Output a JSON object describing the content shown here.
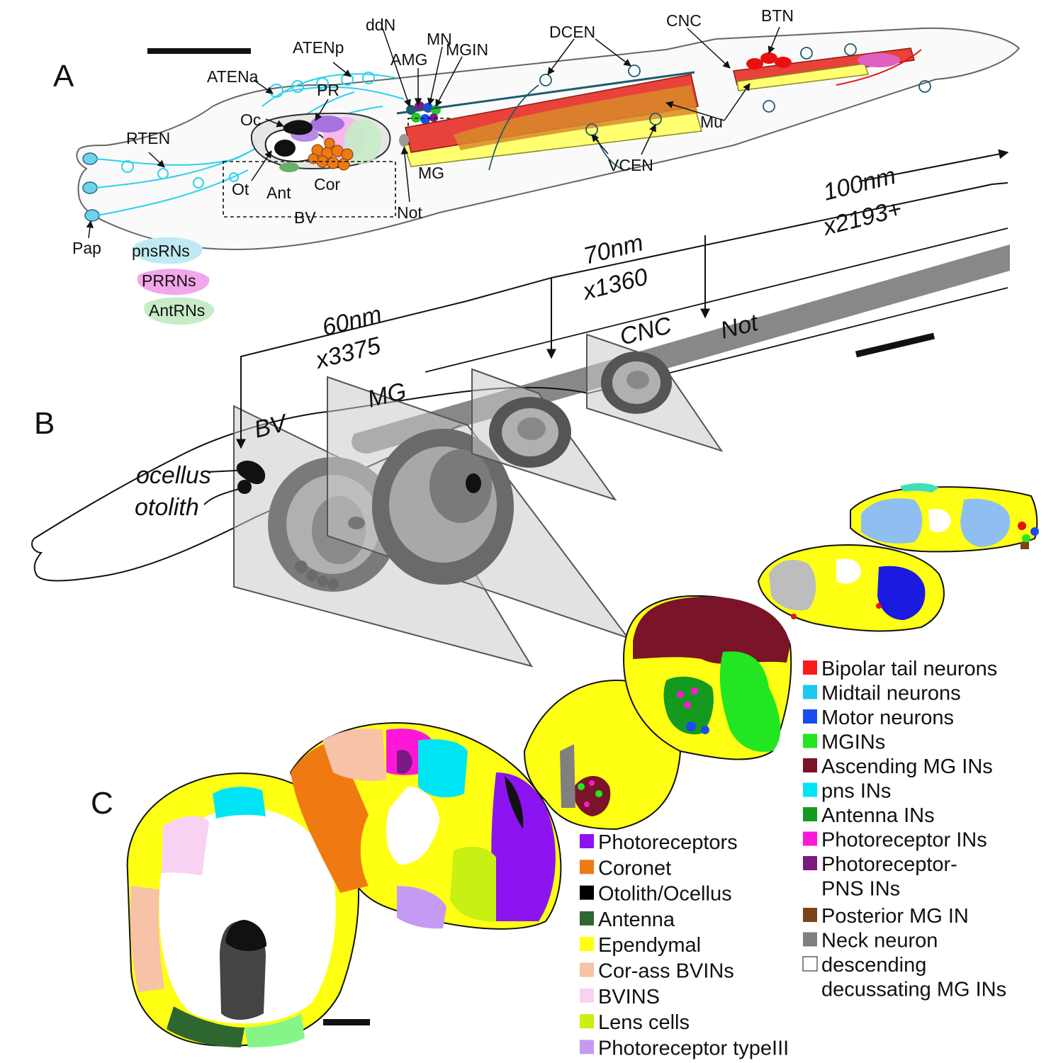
{
  "panels": {
    "a": "A",
    "b": "B",
    "c": "C"
  },
  "panel_a": {
    "labels": {
      "atena": "ATENa",
      "atenp": "ATENp",
      "ddn": "ddN",
      "mn": "MN",
      "amg": "AMG",
      "mgin": "MGIN",
      "dcen": "DCEN",
      "cnc": "CNC",
      "btn": "BTN",
      "pr": "PR",
      "oc": "Oc",
      "rten": "RTEN",
      "ot": "Ot",
      "ant": "Ant",
      "cor": "Cor",
      "bv": "BV",
      "not": "Not",
      "mg": "MG",
      "mu": "Mu",
      "vcen": "VCEN",
      "pap": "Pap"
    },
    "label_colors": {
      "ddn": "#1e5c6e",
      "mn": "#1515e0",
      "amg": "#8a1c8a",
      "mgin": "#22cc22",
      "pr": "#9a3fd6",
      "ant": "#2e9a2e",
      "cor": "#f07a12"
    },
    "blobs": [
      {
        "label": "pnsRNs",
        "color": "#bfeaf4"
      },
      {
        "label": "PRRNs",
        "color": "#f2a7ea"
      },
      {
        "label": "AntRNs",
        "color": "#c7ecc7"
      }
    ]
  },
  "panel_b": {
    "sections": [
      {
        "thickness": "60nm",
        "count": "x3375"
      },
      {
        "thickness": "70nm",
        "count": "x1360"
      },
      {
        "thickness": "100nm",
        "count": "x2193+"
      }
    ],
    "regions": {
      "bv": "BV",
      "mg": "MG",
      "cnc": "CNC",
      "not": "Not"
    },
    "organs": {
      "ocellus": "ocellus",
      "otolith": "otolith"
    }
  },
  "panel_c": {
    "legend_right": [
      {
        "label": "Bipolar tail neurons",
        "color": "#ff1a1a"
      },
      {
        "label": "Midtail neurons",
        "color": "#1ec8f0"
      },
      {
        "label": "Motor neurons",
        "color": "#1a4cf0"
      },
      {
        "label": "MGINs",
        "color": "#22e622"
      },
      {
        "label": "Ascending MG INs",
        "color": "#7a1428"
      },
      {
        "label": "pns INs",
        "color": "#00e5f5"
      },
      {
        "label": "Antenna INs",
        "color": "#149a1e"
      },
      {
        "label": "Photoreceptor INs",
        "color": "#ff17d8"
      },
      {
        "label": "Photoreceptor-",
        "line2": "PNS INs",
        "color": "#7b1a80"
      },
      {
        "label": "Posterior MG IN",
        "color": "#7a4418"
      },
      {
        "label": "Neck neuron",
        "color": "#808080"
      },
      {
        "label": "descending",
        "line2": "decussating MG INs",
        "color": "#ffffff"
      }
    ],
    "legend_left": [
      {
        "label": "Photoreceptors",
        "color": "#8c14f0"
      },
      {
        "label": "Coronet",
        "color": "#f07a12"
      },
      {
        "label": "Otolith/Ocellus",
        "color": "#000000"
      },
      {
        "label": "Antenna",
        "color": "#2e6630"
      },
      {
        "label": "Ependymal",
        "color": "#ffff14"
      },
      {
        "label": "Cor-ass BVINs",
        "color": "#f7c2a6"
      },
      {
        "label": "BVINS",
        "color": "#f8d2f3"
      },
      {
        "label": "Lens cells",
        "color": "#c8f012"
      },
      {
        "label": "Photoreceptor typeIII",
        "color": "#c59af5"
      }
    ]
  }
}
